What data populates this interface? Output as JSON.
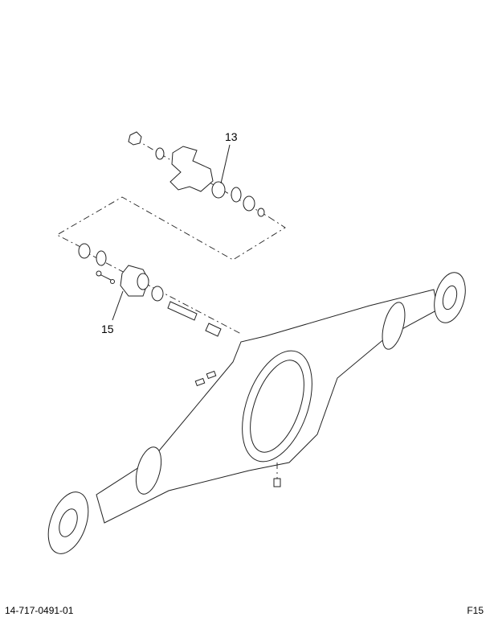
{
  "diagram": {
    "callouts": [
      {
        "id": "13",
        "label": "13"
      },
      {
        "id": "15",
        "label": "15"
      }
    ]
  },
  "footer": {
    "part_number": "14-717-0491-01",
    "figure_code": "F15"
  }
}
